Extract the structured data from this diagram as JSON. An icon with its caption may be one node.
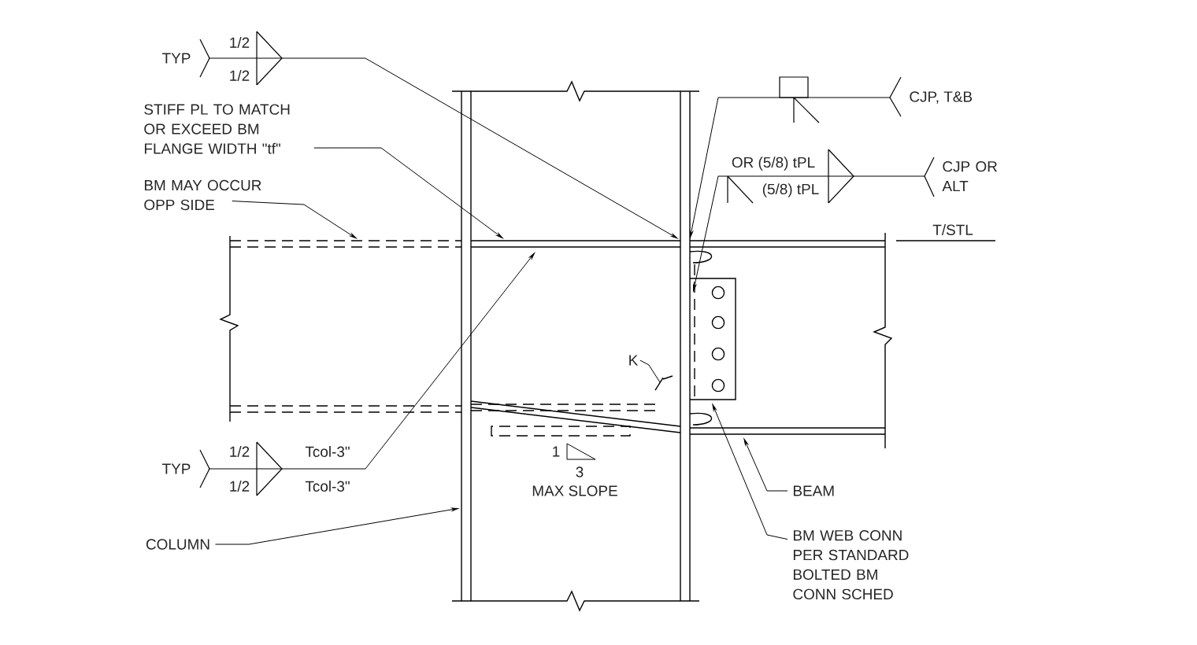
{
  "diagram": {
    "nodes": [
      {
        "text": [
          "TYP"
        ]
      },
      {
        "text": [
          "STIFF PL TO MATCH OR EXCEED BM FLANGE WIDTH \"tf\""
        ]
      },
      {
        "text": [
          "BM MAY OCCUR OPP SIDE"
        ]
      },
      {
        "text": [
          "CJP, T&B"
        ]
      },
      {
        "text": [
          "CJP OR ALT"
        ]
      },
      {
        "text": [
          "K"
        ]
      },
      {
        "text": [
          "TYP"
        ]
      },
      {
        "text": [
          "COLUMN"
        ]
      },
      {
        "text": [
          "BEAM"
        ]
      },
      {
        "text": [
          "BM WEB CONN PER STANDARD BOLTED BM CONN SCHED"
        ]
      }
    ],
    "edges": [
      {
        "from": 0,
        "to": null,
        "arrow": "to"
      },
      {
        "from": 1,
        "to": null,
        "arrow": "to"
      },
      {
        "from": 2,
        "to": null,
        "arrow": "to"
      },
      {
        "from": 3,
        "to": null,
        "arrow": "to"
      },
      {
        "from": 4,
        "to": null,
        "arrow": "to"
      },
      {
        "from": 5,
        "to": null,
        "arrow": "none"
      },
      {
        "from": 6,
        "to": null,
        "arrow": "to"
      },
      {
        "from": 7,
        "to": null,
        "arrow": "to"
      },
      {
        "from": 8,
        "to": null,
        "arrow": "to"
      },
      {
        "from": 9,
        "to": null,
        "arrow": "to"
      }
    ],
    "labels": [
      "1/2",
      "1/2",
      "OR (5/8) tPL",
      "(5/8) tPL",
      "T/STL",
      "1/2",
      "1/2",
      "Tcol-3\"",
      "Tcol-3\"",
      "1",
      "3",
      "MAX SLOPE"
    ]
  }
}
